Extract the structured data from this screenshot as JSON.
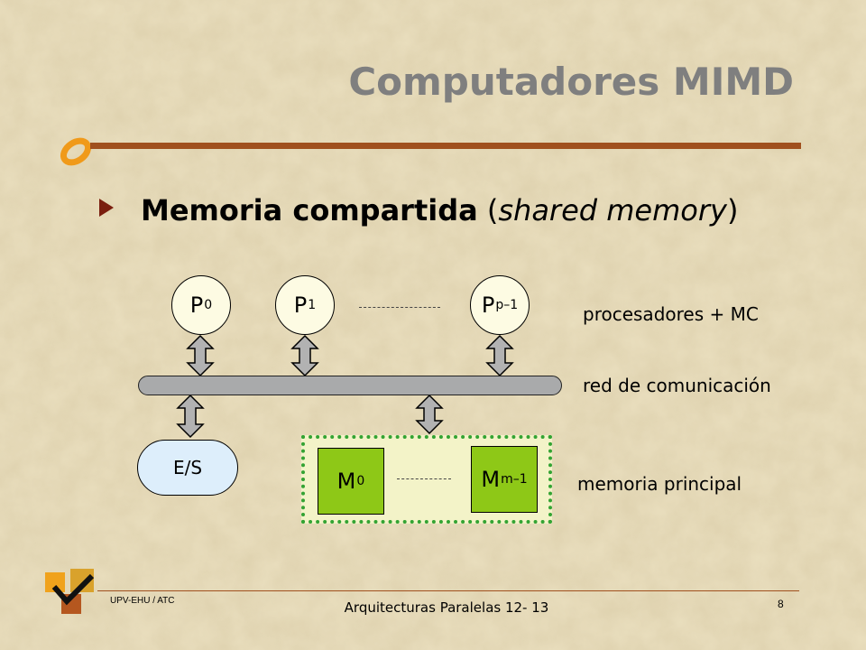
{
  "slide": {
    "title": "Computadores MIMD",
    "bullet": {
      "bold": "Memoria compartida",
      "italic": "shared memory"
    }
  },
  "diagram": {
    "processors": [
      {
        "base": "P",
        "sub": "0"
      },
      {
        "base": "P",
        "sub": "1"
      },
      {
        "base": "P",
        "sub": "p–1"
      }
    ],
    "labels": {
      "processors": "procesadores + MC",
      "network": "red de comunicación",
      "memory": "memoria principal"
    },
    "io": "E/S",
    "memories": [
      {
        "base": "M",
        "sub": "0"
      },
      {
        "base": "M",
        "sub": "m–1"
      }
    ]
  },
  "footer": {
    "org": "UPV-EHU / ATC",
    "course": "Arquitecturas Paralelas  12- 13",
    "page": "8"
  },
  "colors": {
    "title": "#7f7f7f",
    "accent": "#a0501e",
    "bullet": "#7a1e0e",
    "memory_green": "#8ec817",
    "frame_green": "#33a333",
    "bus_gray": "#a9aaab"
  }
}
